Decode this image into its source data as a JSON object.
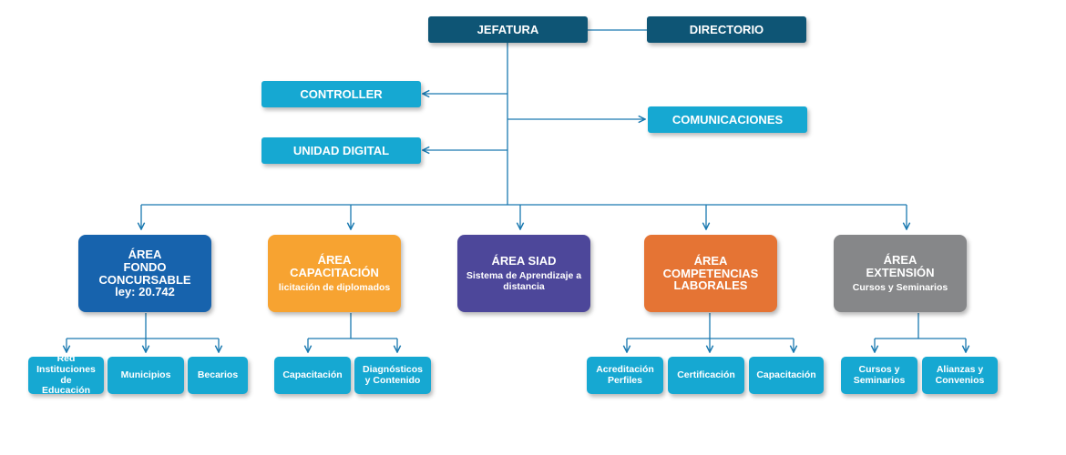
{
  "top": {
    "jefatura": "JEFATURA",
    "directorio": "DIRECTORIO",
    "controller": "CONTROLLER",
    "comunicaciones": "COMUNICACIONES",
    "unidad_digital": "UNIDAD DIGITAL"
  },
  "areas": [
    {
      "title_1": "ÁREA",
      "title_2": "FONDO CONCURSABLE",
      "title_3": "ley: 20.742",
      "subtitle": ""
    },
    {
      "title_1": "ÁREA",
      "title_2": "CAPACITACIÓN",
      "title_3": "",
      "subtitle": "licitación de diplomados"
    },
    {
      "title_1": "ÁREA SIAD",
      "title_2": "",
      "title_3": "",
      "subtitle": "Sistema de Aprendizaje a distancia"
    },
    {
      "title_1": "ÁREA",
      "title_2": "COMPETENCIAS",
      "title_3": "LABORALES",
      "subtitle": ""
    },
    {
      "title_1": "ÁREA",
      "title_2": "EXTENSIÓN",
      "title_3": "",
      "subtitle": "Cursos y Seminarios"
    }
  ],
  "children": {
    "fondo": [
      {
        "line_1": "Red",
        "line_2": "Instituciones de",
        "line_3": "Educación"
      },
      {
        "line_1": "Municipios",
        "line_2": "",
        "line_3": ""
      },
      {
        "line_1": "Becarios",
        "line_2": "",
        "line_3": ""
      }
    ],
    "capacitacion": [
      {
        "line_1": "Capacitación",
        "line_2": "",
        "line_3": ""
      },
      {
        "line_1": "Diagnósticos",
        "line_2": "y Contenido",
        "line_3": ""
      }
    ],
    "competencias": [
      {
        "line_1": "Acreditación",
        "line_2": "Perfiles",
        "line_3": ""
      },
      {
        "line_1": "Certificación",
        "line_2": "",
        "line_3": ""
      },
      {
        "line_1": "Capacitación",
        "line_2": "",
        "line_3": ""
      }
    ],
    "extension": [
      {
        "line_1": "Cursos y",
        "line_2": "Seminarios",
        "line_3": ""
      },
      {
        "line_1": "Alianzas y",
        "line_2": "Convenios",
        "line_3": ""
      }
    ]
  },
  "colors": {
    "dark_box": "#0e5575",
    "teal_box": "#16a8d2",
    "fondo": "#1763ad",
    "capacitacion": "#f7a331",
    "siad": "#4d479a",
    "competencias": "#e57434",
    "extension": "#868789",
    "connector": "#1a79b0"
  }
}
